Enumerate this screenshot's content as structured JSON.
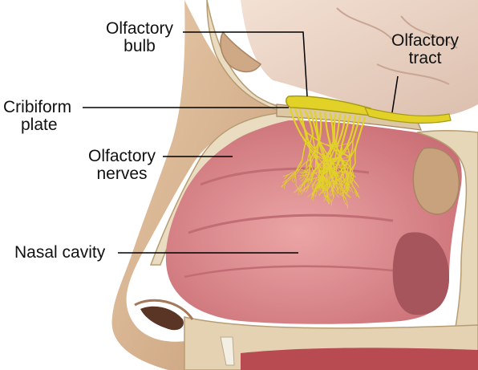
{
  "labels": {
    "olfactory_bulb": [
      "Olfactory",
      "bulb"
    ],
    "olfactory_tract": [
      "Olfactory",
      "tract"
    ],
    "cribriform_plate": [
      "Cribiform",
      "plate"
    ],
    "olfactory_nerves": [
      "Olfactory",
      "nerves"
    ],
    "nasal_cavity": [
      "Nasal cavity"
    ]
  },
  "colors": {
    "skin": "#d9b795",
    "skin_shadow": "#b98f6c",
    "bone": "#e6d7b8",
    "bone_edge": "#b79c72",
    "mucosa": "#e28a8f",
    "mucosa_dark": "#b85b63",
    "cavity": "#d98484",
    "nerve": "#e2d228",
    "nerve_edge": "#a69a18",
    "brain": "#eed7c8",
    "leader": "#000000"
  }
}
